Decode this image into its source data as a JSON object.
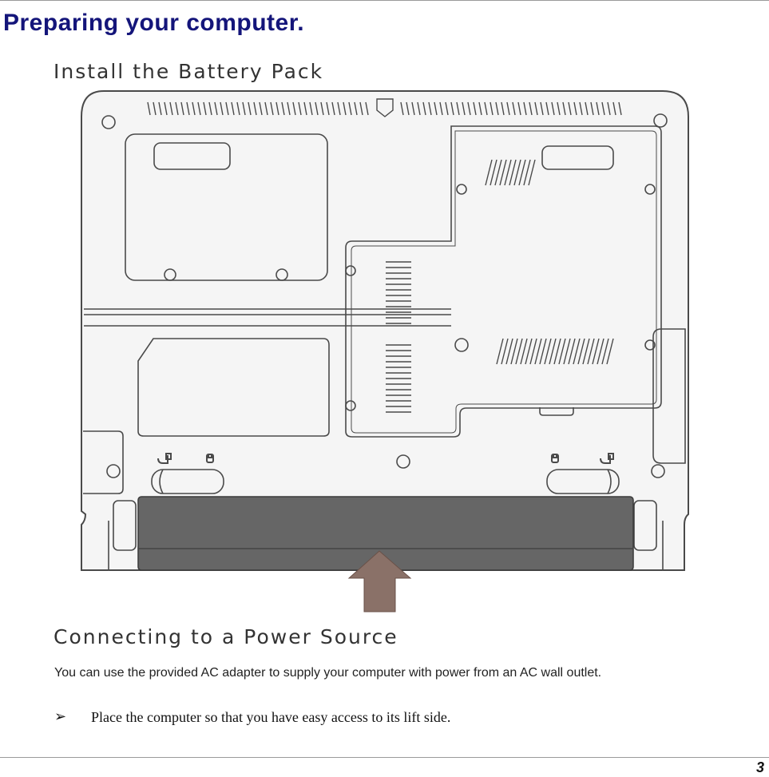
{
  "page": {
    "title": "Preparing your computer.",
    "number": "3"
  },
  "section_battery": {
    "heading": "Install the Battery Pack"
  },
  "figure": {
    "subject": "laptop-underside-battery-install",
    "arrow_color": "#8a7168",
    "battery_color": "#666666",
    "outline_color": "#4a4a4a"
  },
  "section_power": {
    "heading": "Connecting to a Power Source",
    "body": "You can use the provided AC adapter to supply your computer with power from an AC wall outlet.",
    "bullet_glyph": "➢",
    "bullet_text": "Place the computer so that you have easy access to its lift side."
  }
}
